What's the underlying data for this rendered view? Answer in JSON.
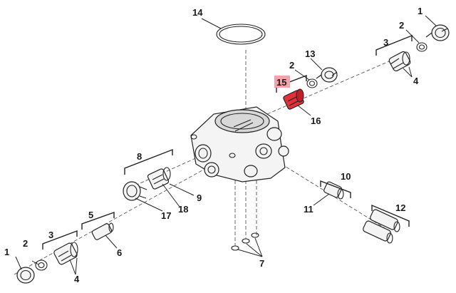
{
  "diagram": {
    "highlight_color": "#e0303a",
    "highlight_label_bg": "#f4a3a8",
    "callouts": [
      {
        "id": "c14",
        "text": "14"
      },
      {
        "id": "c1a",
        "text": "1"
      },
      {
        "id": "c2a",
        "text": "2"
      },
      {
        "id": "c3a",
        "text": "3"
      },
      {
        "id": "c4a",
        "text": "4"
      },
      {
        "id": "c13",
        "text": "13"
      },
      {
        "id": "c2b",
        "text": "2"
      },
      {
        "id": "c15",
        "text": "15"
      },
      {
        "id": "c16",
        "text": "16"
      },
      {
        "id": "c8",
        "text": "8"
      },
      {
        "id": "c9",
        "text": "9"
      },
      {
        "id": "c17",
        "text": "17"
      },
      {
        "id": "c18",
        "text": "18"
      },
      {
        "id": "c10",
        "text": "10"
      },
      {
        "id": "c11",
        "text": "11"
      },
      {
        "id": "c12",
        "text": "12"
      },
      {
        "id": "c5",
        "text": "5"
      },
      {
        "id": "c6",
        "text": "6"
      },
      {
        "id": "c3b",
        "text": "3"
      },
      {
        "id": "c2c",
        "text": "2"
      },
      {
        "id": "c1b",
        "text": "1"
      },
      {
        "id": "c4b",
        "text": "4"
      },
      {
        "id": "c7",
        "text": "7"
      }
    ]
  }
}
